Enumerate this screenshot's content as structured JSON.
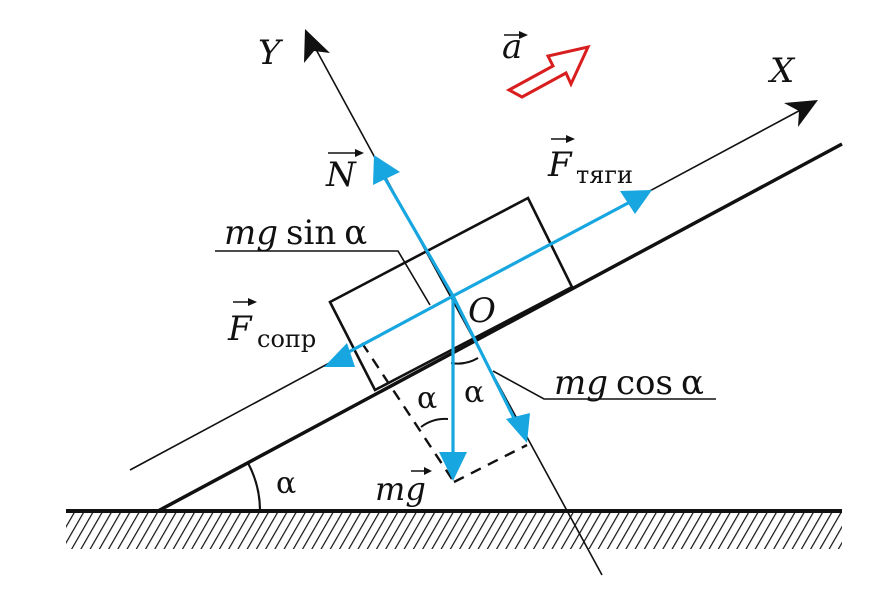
{
  "diagram": {
    "title": "Forces on a block on an inclined plane",
    "axes": {
      "x_label": "X",
      "y_label": "Y",
      "origin_label": "O"
    },
    "acceleration": {
      "symbol": "a",
      "color": "#d81e1e"
    },
    "forces": {
      "normal": {
        "symbol": "N"
      },
      "traction": {
        "symbol": "F",
        "subscript": "тяги"
      },
      "resistance": {
        "symbol": "F",
        "subscript": "сопр"
      },
      "gravity": {
        "symbol": "mg"
      },
      "color": "#17a6e0"
    },
    "components": {
      "parallel": {
        "prefix": "mg",
        "func": "sin",
        "angle": "α"
      },
      "perpendicular": {
        "prefix": "mg",
        "func": "cos",
        "angle": "α"
      }
    },
    "angles": {
      "incline": "α",
      "gravity_left": "α",
      "gravity_right": "α"
    },
    "incline_angle_deg": 28
  }
}
